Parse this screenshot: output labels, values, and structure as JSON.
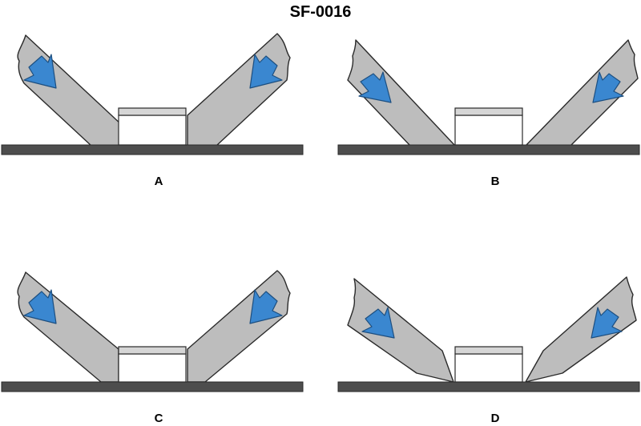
{
  "title": "SF-0016",
  "colors": {
    "body": "#bdbdbd",
    "outline": "#2a2a2a",
    "base": "#4d4d4d",
    "arrow": "#3a87d0",
    "arrow_outline": "#1d4f80",
    "cover": "#d6d6d6",
    "box": "#ffffff"
  },
  "panels": [
    {
      "id": "A",
      "label": "A",
      "variant": "foot-contact"
    },
    {
      "id": "B",
      "label": "B",
      "variant": "tip-at-base"
    },
    {
      "id": "C",
      "label": "C",
      "variant": "tip-at-top"
    },
    {
      "id": "D",
      "label": "D",
      "variant": "tapered"
    }
  ]
}
